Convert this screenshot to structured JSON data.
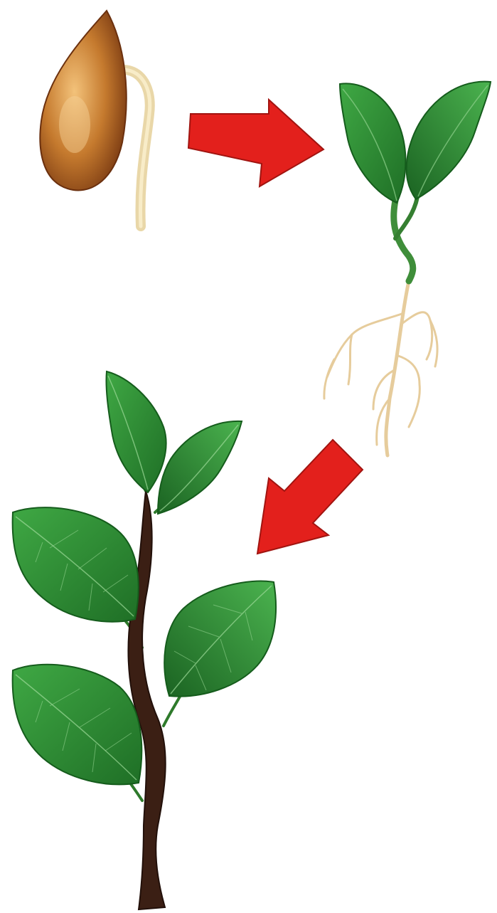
{
  "diagram": {
    "stages": [
      {
        "id": "germinating-seed",
        "icon": "seed-icon"
      },
      {
        "id": "seedling",
        "icon": "seedling-icon"
      },
      {
        "id": "young-plant",
        "icon": "young-plant-icon"
      }
    ],
    "arrows": [
      {
        "from": "germinating-seed",
        "to": "seedling",
        "direction": "right",
        "icon": "arrow-right-icon"
      },
      {
        "from": "seedling",
        "to": "young-plant",
        "direction": "down-left",
        "icon": "arrow-down-left-icon"
      }
    ],
    "colors": {
      "background": "#ffffff",
      "arrow": "#e3201c",
      "leaf": "#2f8f35",
      "leaf_dark": "#1d6b24",
      "seed": "#b5651d",
      "root": "#e8cfa3",
      "stem": "#3a1e14"
    }
  }
}
